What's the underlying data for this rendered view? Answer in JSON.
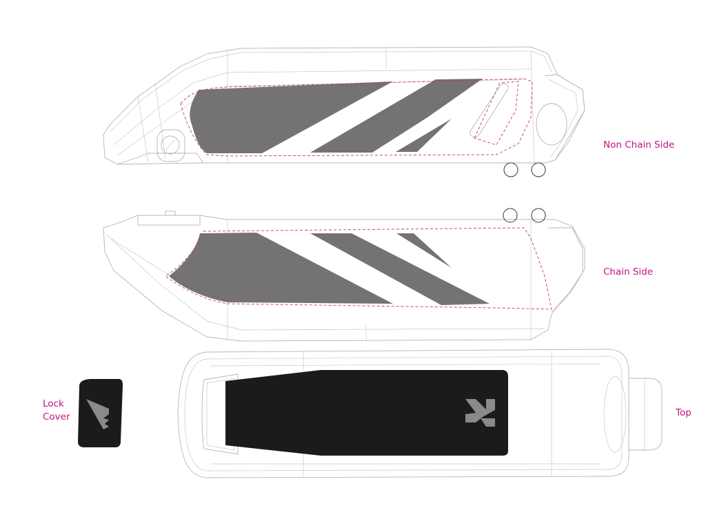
{
  "diagram": {
    "subject": "battery pack wrap design views",
    "colors": {
      "label": "#c0137e",
      "graphic_grey": "#747371",
      "dark_panel": "#1c1b1c",
      "outline": "#b4b4b4",
      "cut_line": "#c9306f"
    },
    "views": [
      {
        "id": "non-chain-side",
        "label": "Non Chain Side"
      },
      {
        "id": "chain-side",
        "label": "Chain Side"
      },
      {
        "id": "top",
        "label": "Top"
      }
    ],
    "parts": [
      {
        "id": "lock-cover",
        "label_line1": "Lock",
        "label_line2": "Cover"
      }
    ],
    "logo": {
      "glyph": "X",
      "color": "#8a8a8a"
    }
  }
}
